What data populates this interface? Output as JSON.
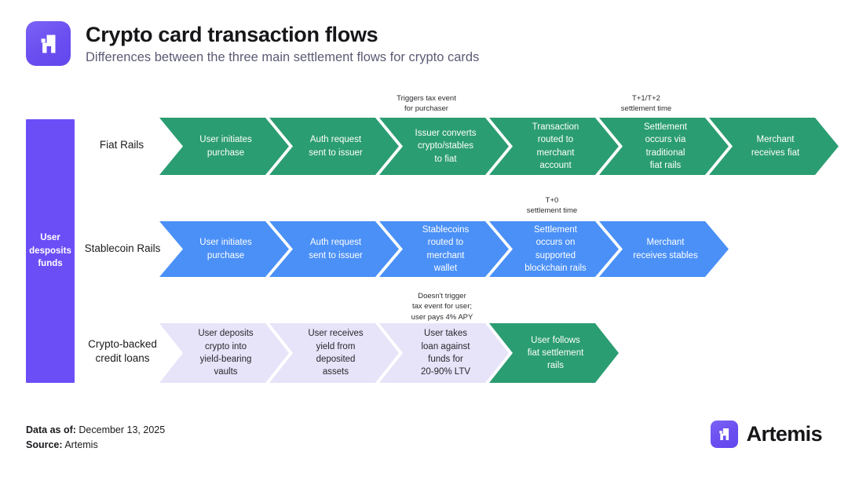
{
  "header": {
    "logo_icon": "artemis-logo-icon",
    "title": "Crypto card transaction flows",
    "subtitle": "Differences between the three main settlement flows for crypto cards"
  },
  "diagram": {
    "spine": {
      "label": "User\ndesposits\nfunds",
      "color": "#6C4EF6"
    },
    "colors": {
      "green": "#2B9D72",
      "blue": "#4A90F7",
      "lavender": "#E7E3F8"
    },
    "rows": [
      {
        "label": "Fiat Rails",
        "color": "#2B9D72",
        "steps": [
          "User initiates\npurchase",
          "Auth request\nsent to issuer",
          "Issuer converts\ncrypto/stables\nto fiat",
          "Transaction\nrouted to\nmerchant\naccount",
          "Settlement\noccurs via\ntraditional\nfiat rails",
          "Merchant\nreceives fiat"
        ],
        "notes": [
          {
            "text": "Triggers tax event\nfor purchaser",
            "step": 2
          },
          {
            "text": "T+1/T+2\nsettlement time",
            "step": 4
          }
        ]
      },
      {
        "label": "Stablecoin Rails",
        "color": "#4A90F7",
        "steps": [
          "User initiates\npurchase",
          "Auth request\nsent to issuer",
          "Stablecoins\nrouted to\nmerchant\nwallet",
          "Settlement\noccurs on\nsupported\nblockchain rails",
          "Merchant\nreceives stables"
        ],
        "notes": [
          {
            "text": "T+0\nsettlement time",
            "step": 3
          }
        ]
      },
      {
        "label": "Crypto-backed\ncredit loans",
        "color": "#E7E3F8",
        "steps": [
          "User deposits\ncrypto into\nyield-bearing\nvaults",
          "User receives\nyield from\ndeposited\nassets",
          "User takes\nloan against\nfunds for\n20-90% LTV",
          "User follows\nfiat settlement\nrails"
        ],
        "notes": [
          {
            "text": "Doesn't trigger\ntax event for user;\nuser pays 4% APY",
            "step": 2
          }
        ]
      }
    ]
  },
  "footer": {
    "data_as_of_label": "Data as of:",
    "data_as_of_value": "December 13, 2025",
    "source_label": "Source:",
    "source_value": "Artemis",
    "brand_name": "Artemis",
    "brand_icon": "artemis-logo-icon"
  }
}
